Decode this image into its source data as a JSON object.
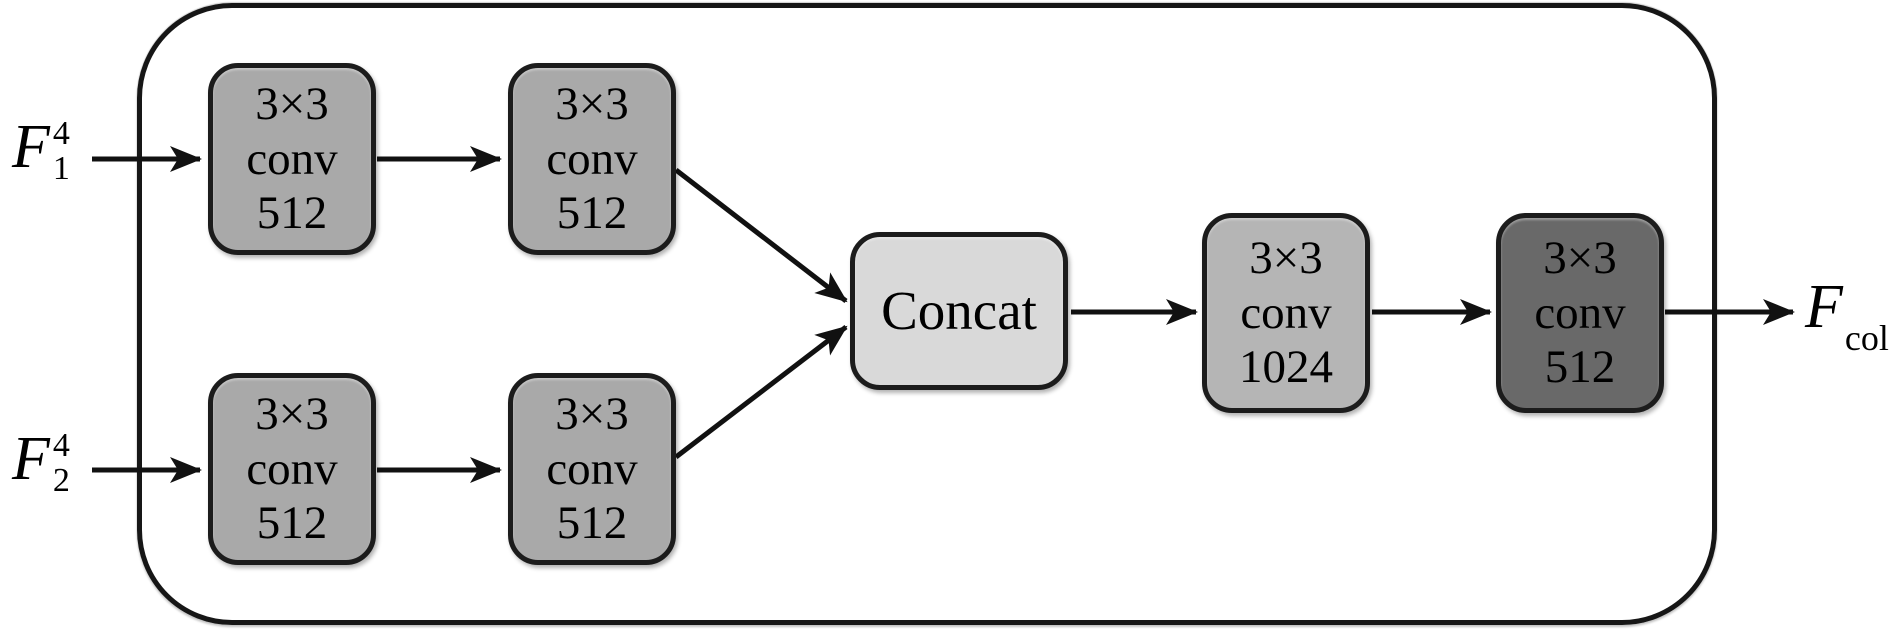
{
  "diagram": {
    "title": "feature fusion module (concat of two conv branches)",
    "colors": {
      "background": "#ffffff",
      "frame_border": "#161616",
      "conv_block_fill": "#a9a9a9",
      "concat_fill": "#d9d9d9",
      "conv1024_fill": "#b5b5b5",
      "final_conv_fill": "#696969",
      "arrow": "#111111",
      "text": "#000000"
    },
    "inputs": [
      {
        "base": "F",
        "sup": "4",
        "sub": "1"
      },
      {
        "base": "F",
        "sup": "4",
        "sub": "2"
      }
    ],
    "output": {
      "base": "F",
      "sub": "col"
    },
    "boxes": [
      {
        "name": "conv-top-1",
        "lines": [
          "3×3",
          "conv",
          "512"
        ]
      },
      {
        "name": "conv-top-2",
        "lines": [
          "3×3",
          "conv",
          "512"
        ]
      },
      {
        "name": "conv-bottom-1",
        "lines": [
          "3×3",
          "conv",
          "512"
        ]
      },
      {
        "name": "conv-bottom-2",
        "lines": [
          "3×3",
          "conv",
          "512"
        ]
      },
      {
        "name": "concat",
        "lines": [
          "Concat"
        ]
      },
      {
        "name": "conv-1024",
        "lines": [
          "3×3",
          "conv",
          "1024"
        ]
      },
      {
        "name": "conv-512-final",
        "lines": [
          "3×3",
          "conv",
          "512"
        ]
      }
    ]
  }
}
